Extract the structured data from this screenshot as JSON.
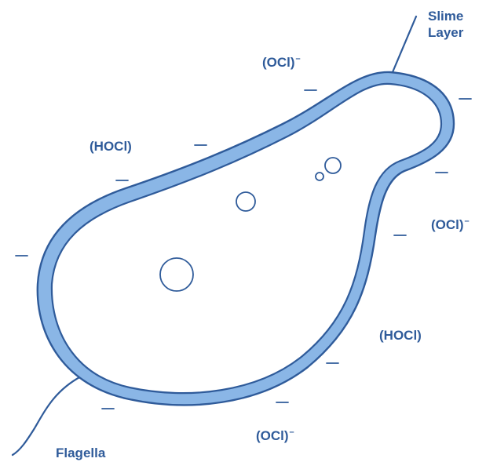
{
  "labels": {
    "slime_layer_line1": "Slime",
    "slime_layer_line2": "Layer",
    "ocl_top": "(OCl)",
    "ocl_right": "(OCl)",
    "ocl_bottom": "(OCl)",
    "ocl_charge": "–",
    "hocl_left": "(HOCl)",
    "hocl_right": "(HOCl)",
    "flagella": "Flagella"
  },
  "charges": {
    "negative": "—"
  },
  "colors": {
    "outline": "#2f5b9a",
    "cell_wall_fill": "#8ab6e6",
    "text": "#2f5b9a"
  }
}
